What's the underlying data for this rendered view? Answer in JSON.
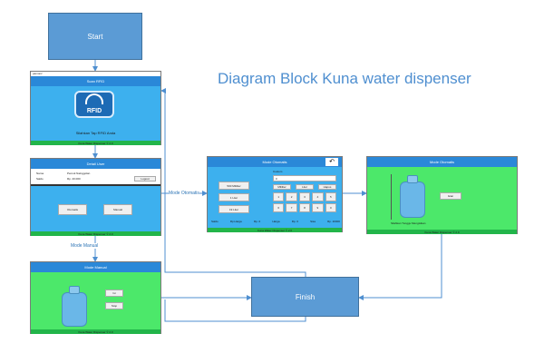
{
  "diagram": {
    "title": "Diagram Block Kuna water dispenser",
    "start_label": "Start",
    "finish_label": "Finish",
    "edge_labels": {
      "mode_manual": "Mode Manual",
      "mode_otomatis": "Mode Otomatis"
    }
  },
  "scan_window": {
    "app_name": "pamonz",
    "title": "Scan RFID",
    "rfid_text": "RFID",
    "prompt": "Silahkan Tap RFID Anda",
    "footer": "Kuna Water Dispenser © 2.0"
  },
  "user_window": {
    "title": "Detail User",
    "name_label": "Nama",
    "name_value": "Pemuk Nainggolan",
    "saldo_label": "Saldo",
    "saldo_value": "Rp. 20.000",
    "logout_label": "Logout",
    "otomatis_btn": "Otomatis",
    "manual_btn": "Manual",
    "footer": "Kuna Water Dispenser © 2.0"
  },
  "manual_window": {
    "title": "Mode Manual",
    "on_btn": "Isi",
    "off_btn": "Stop",
    "footer": "Kuna Water Dispenser © 2.0"
  },
  "otomatis_window": {
    "title": "Mode Otomatis",
    "presets": [
      "500 Mililiter",
      "1 Liter",
      "19 Liter"
    ],
    "custom_label": "Custom",
    "input_placeholder": "0",
    "unit_btns": [
      "Mililiter",
      "Liter",
      "Hapus"
    ],
    "keys": [
      "1",
      "2",
      "3",
      "4",
      "5",
      "6",
      "7",
      "8",
      "9",
      "0"
    ],
    "status_labels": [
      "Saldo",
      "Rp.Harga",
      "Rp. 0",
      "Harga",
      "Rp. 0",
      "Sisa",
      "Rp. 20000"
    ],
    "footer": "Kuna Water Dispenser © 2.0"
  },
  "fill_window": {
    "title": "Mode Otomatis",
    "start_btn": "Isian",
    "status_text": "Silahkan Tunggu Mengisikan",
    "footer": "Kuna Water Dispenser © 2.0"
  },
  "colors": {
    "block_fill": "#5b9bd5",
    "window_blue": "#2a88d8",
    "screen_blue": "#3db0ee",
    "screen_green": "#4ce86a",
    "footer_green": "#22b54a",
    "arrow": "#4f8fd0"
  }
}
